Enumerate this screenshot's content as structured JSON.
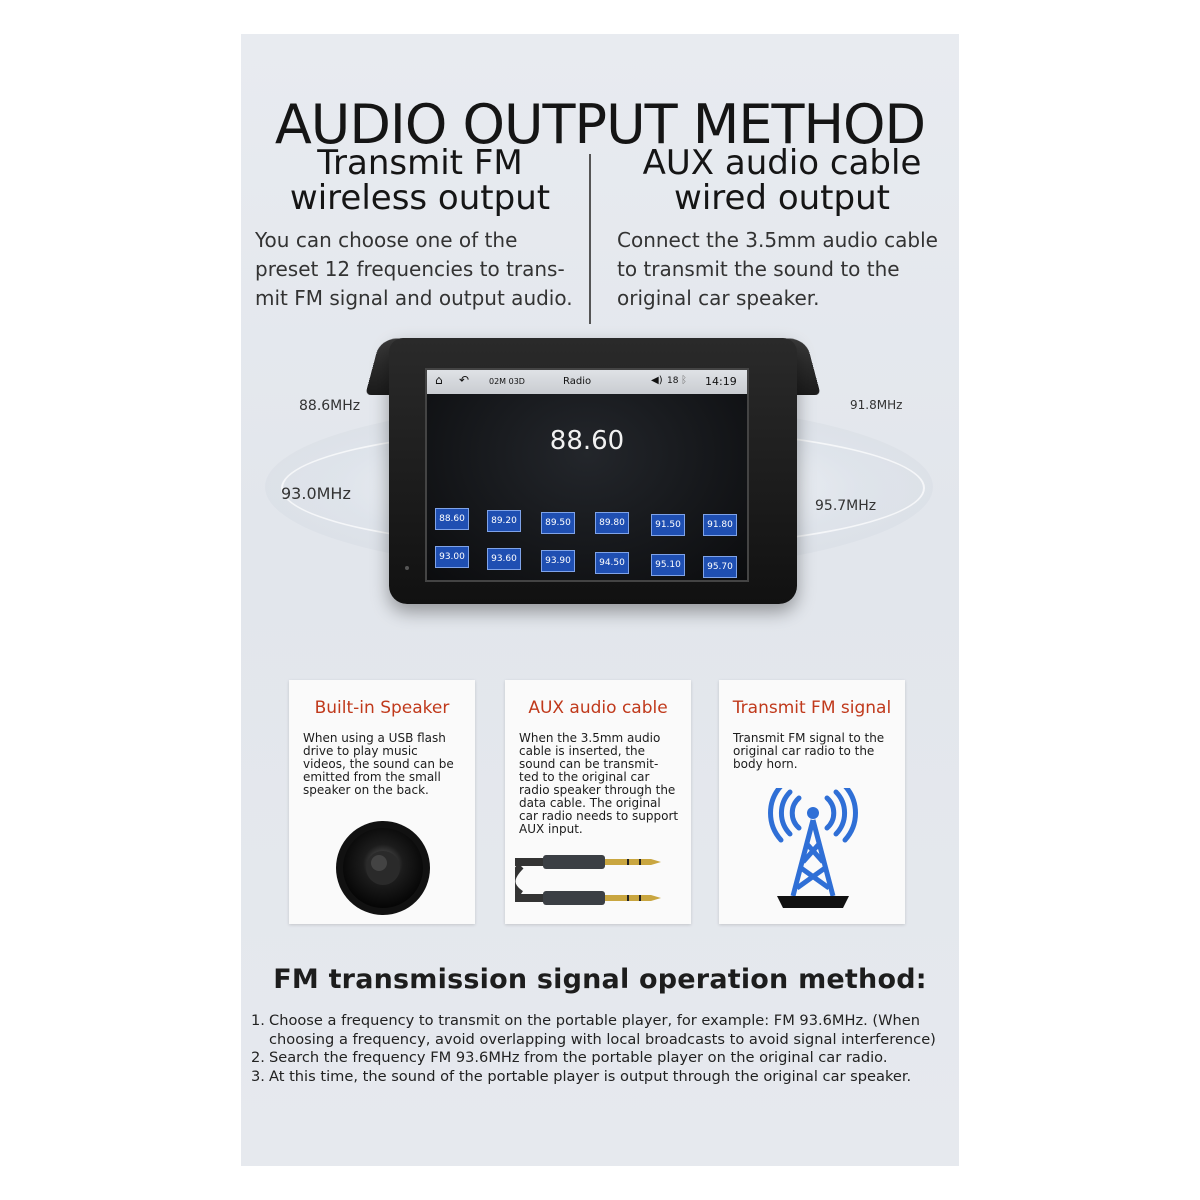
{
  "header": {
    "title": "AUDIO OUTPUT METHOD"
  },
  "methods": [
    {
      "title_line1": "Transmit FM",
      "title_line2": "wireless output",
      "desc": "You can choose one of the preset 12 frequencies to trans- mit FM signal and output audio."
    },
    {
      "title_line1": "AUX audio cable",
      "title_line2": "wired output",
      "desc": "Connect the 3.5mm audio cable to transmit the sound to the original car speaker."
    }
  ],
  "device": {
    "side_freqs": [
      "88.6MHz",
      "93.0MHz",
      "91.8MHz",
      "95.7MHz"
    ],
    "screen": {
      "status_left": "02M 03D",
      "app_title": "Radio",
      "volume": "18",
      "time": "14:19",
      "main_freq": "88.60",
      "presets": [
        "88.60",
        "89.20",
        "89.50",
        "89.80",
        "91.50",
        "91.80",
        "93.00",
        "93.60",
        "93.90",
        "94.50",
        "95.10",
        "95.70"
      ]
    }
  },
  "cards": [
    {
      "title": "Built-in Speaker",
      "text": "When using a USB flash drive to play music videos, the sound can be emitted from the small speaker on the back."
    },
    {
      "title": "AUX audio cable",
      "text": "When the 3.5mm audio cable is inserted, the sound can be transmit- ted to the original car radio speaker through the data cable. The original car radio needs to support AUX input."
    },
    {
      "title": "Transmit FM signal",
      "text": "Transmit FM signal to the original car radio to the body horn."
    }
  ],
  "operation": {
    "title": "FM transmission signal operation method:",
    "steps": [
      {
        "n": "1.",
        "text": "Choose a frequency to transmit on the portable player, for example: FM 93.6MHz. (When choosing a frequency, avoid overlapping with local broadcasts to avoid signal interference)"
      },
      {
        "n": "2.",
        "text": "Search the frequency FM 93.6MHz from the portable player on the original car radio."
      },
      {
        "n": "3.",
        "text": "At this time, the sound of the portable player is output through the original car speaker."
      }
    ]
  },
  "colors": {
    "card_title": "#c0391b",
    "preset_blue": "#1f4fb2",
    "tower_blue": "#2f6fd6"
  }
}
